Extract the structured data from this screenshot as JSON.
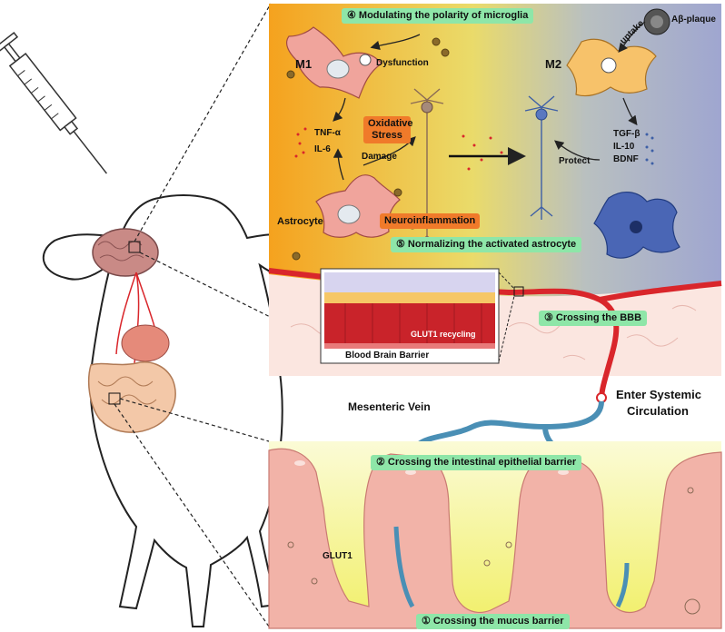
{
  "steps": {
    "modulating": "④ Modulating the polarity of microglia",
    "normalizing": "⑤ Normalizing the activated astrocyte",
    "bbb": "③ Crossing the BBB",
    "intestinal": "② Crossing the intestinal epithelial barrier",
    "mucus": "① Crossing the mucus barrier"
  },
  "labels": {
    "m1": "M1",
    "m2": "M2",
    "dysfunction": "Dysfunction",
    "uptake": "uptake",
    "abeta": "Aβ-plaque",
    "tnf": "TNF-α",
    "il6": "IL-6",
    "oxidative": "Oxidative Stress",
    "damage": "Damage",
    "astrocyte": "Astrocyte",
    "neuroinflammation": "Neuroinflammation",
    "tgf": "TGF-β",
    "il10": "IL-10",
    "bdnf": "BDNF",
    "protect": "Protect",
    "glut1_recycling": "GLUT1 recycling",
    "bbb_caption": "Blood Brain Barrier",
    "mesenteric": "Mesenteric Vein",
    "enter_systemic": "Enter Systemic",
    "circulation": "Circulation",
    "glut1": "GLUT1"
  },
  "colors": {
    "brain_grad_left": "#f5a21e",
    "brain_grad_mid": "#eadb6a",
    "brain_grad_right": "#9fa6d0",
    "step_badge": "#8ee6a8",
    "orange_badge": "#f07a2a",
    "vessel_red": "#d9262b",
    "vein_blue": "#4a8fb5",
    "gut_yellow": "#f3f27a",
    "cell_pink": "#f2b3a8"
  }
}
